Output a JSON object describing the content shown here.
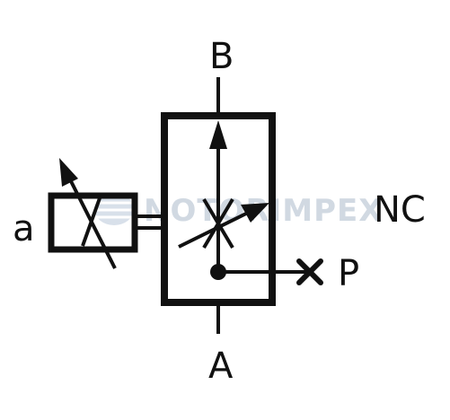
{
  "diagram": {
    "ports": {
      "b": "B",
      "a": "A",
      "p": "P"
    },
    "actuator_label": "a",
    "state_label": "NC",
    "watermark": "NOTORIMPEX"
  },
  "colors": {
    "stroke": "#111111",
    "watermark": "#c9d3de",
    "background": "#ffffff"
  }
}
